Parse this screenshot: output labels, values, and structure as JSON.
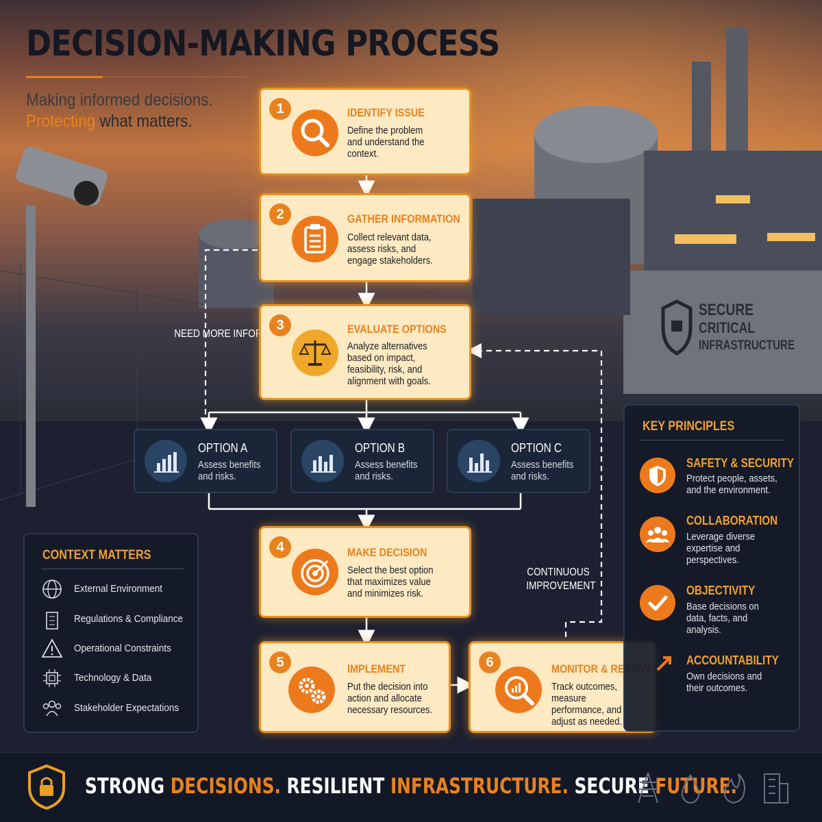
{
  "header": {
    "title": "DECISION-MAKING PROCESS",
    "subtitle_line1": "Making informed decisions.",
    "subtitle_line2_highlight": "Protecting",
    "subtitle_line2_rest": " what matters."
  },
  "steps": [
    {
      "number": "1",
      "title": "IDENTIFY ISSUE",
      "desc": "Define the problem and understand the context.",
      "icon": "magnifier-icon"
    },
    {
      "number": "2",
      "title": "GATHER INFORMATION",
      "desc": "Collect relevant data, assess risks, and engage stakeholders.",
      "icon": "clipboard-icon"
    },
    {
      "number": "3",
      "title": "EVALUATE OPTIONS",
      "desc": "Analyze alternatives based on impact, feasibility, risk, and alignment with goals.",
      "icon": "scales-icon"
    },
    {
      "number": "4",
      "title": "MAKE DECISION",
      "desc": "Select the best option that maximizes value and minimizes risk.",
      "icon": "target-icon"
    },
    {
      "number": "5",
      "title": "IMPLEMENT",
      "desc": "Put the decision into action and allocate necessary resources.",
      "icon": "gears-icon"
    },
    {
      "number": "6",
      "title": "MONITOR & REVIEW",
      "desc": "Track outcomes, measure performance, and adjust as needed.",
      "icon": "monitor-chart-icon"
    }
  ],
  "options": [
    {
      "title": "OPTION A",
      "desc": "Assess benefits and risks."
    },
    {
      "title": "OPTION B",
      "desc": "Assess benefits and risks."
    },
    {
      "title": "OPTION C",
      "desc": "Assess benefits and risks."
    }
  ],
  "flow_labels": {
    "need_more_info": "NEED MORE INFORMATION",
    "continuous_improvement": "CONTINUOUS IMPROVEMENT"
  },
  "context": {
    "title": "CONTEXT MATTERS",
    "items": [
      {
        "label": "External Environment",
        "icon": "globe-icon"
      },
      {
        "label": "Regulations & Compliance",
        "icon": "building-icon"
      },
      {
        "label": "Operational Constraints",
        "icon": "warning-icon"
      },
      {
        "label": "Technology & Data",
        "icon": "chip-icon"
      },
      {
        "label": "Stakeholder Expectations",
        "icon": "people-icon"
      }
    ]
  },
  "principles": {
    "title": "KEY PRINCIPLES",
    "items": [
      {
        "title": "SAFETY & SECURITY",
        "desc": "Protect people, assets, and the environment.",
        "icon": "shield-icon"
      },
      {
        "title": "COLLABORATION",
        "desc": "Leverage diverse expertise and perspectives.",
        "icon": "team-icon"
      },
      {
        "title": "OBJECTIVITY",
        "desc": "Base decisions on data, facts, and analysis.",
        "icon": "check-icon"
      },
      {
        "title": "ACCOUNTABILITY",
        "desc": "Own decisions and their outcomes.",
        "icon": "arrow-icon"
      }
    ]
  },
  "sign": {
    "line1": "SECURE",
    "line2": "CRITICAL",
    "line3": "INFRASTRUCTURE"
  },
  "footer": {
    "w1": "STRONG",
    "w2": "DECISIONS.",
    "w3": "RESILIENT",
    "w4": "INFRASTRUCTURE.",
    "w5": "SECURE",
    "w6": "FUTURE."
  },
  "colors": {
    "accent": "#e8821e",
    "card_bg": "#fde9c2",
    "dark_panel": "#141a28"
  }
}
